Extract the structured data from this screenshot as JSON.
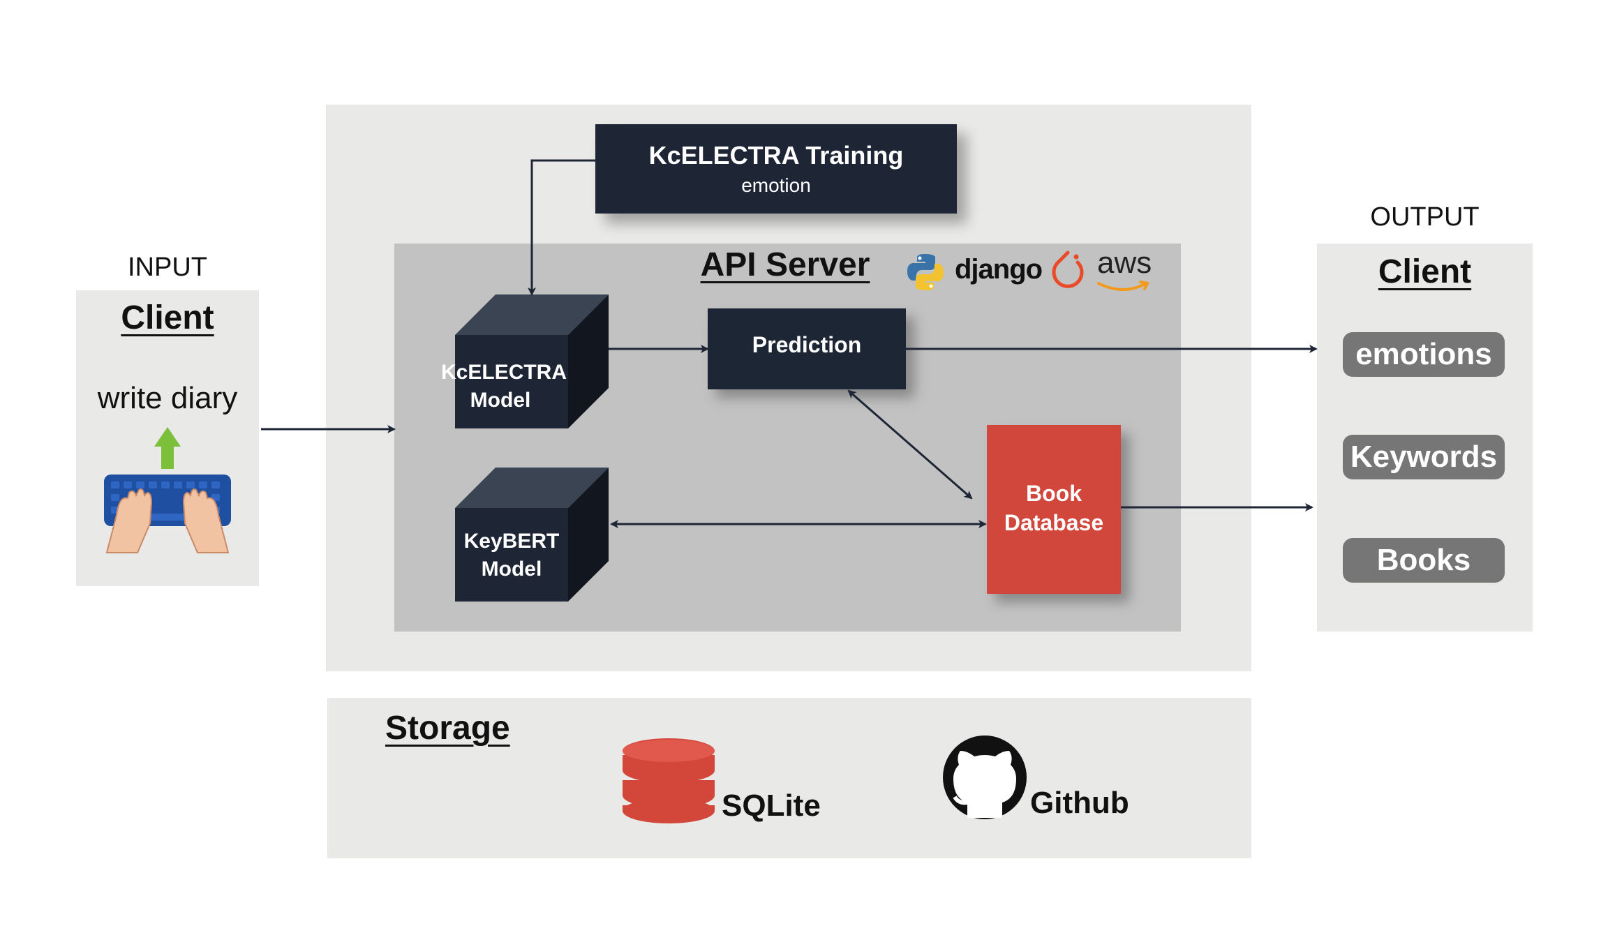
{
  "input": {
    "caption": "INPUT",
    "title": "Client",
    "action": "write diary"
  },
  "output": {
    "caption": "OUTPUT",
    "title": "Client",
    "items": [
      "emotions",
      "Keywords",
      "Books"
    ]
  },
  "training": {
    "title": "KcELECTRA Training",
    "subtitle": "emotion"
  },
  "api_server": {
    "title": "API Server"
  },
  "tech_logos": {
    "django": "django",
    "aws": "aws"
  },
  "models": {
    "kcelectra": [
      "KcELECTRA",
      "Model"
    ],
    "keybert": [
      "KeyBERT",
      "Model"
    ]
  },
  "prediction": {
    "label": "Prediction"
  },
  "book_db": {
    "lines": [
      "Book",
      "Database"
    ]
  },
  "storage": {
    "title": "Storage",
    "sqlite": "SQLite",
    "github": "Github"
  },
  "colors": {
    "navy": "#1e2636",
    "red": "#d2473a",
    "light_panel": "#e9e9e8",
    "api_panel": "#c2c2c2",
    "pill": "#767676",
    "arrow": "#1e2636"
  }
}
